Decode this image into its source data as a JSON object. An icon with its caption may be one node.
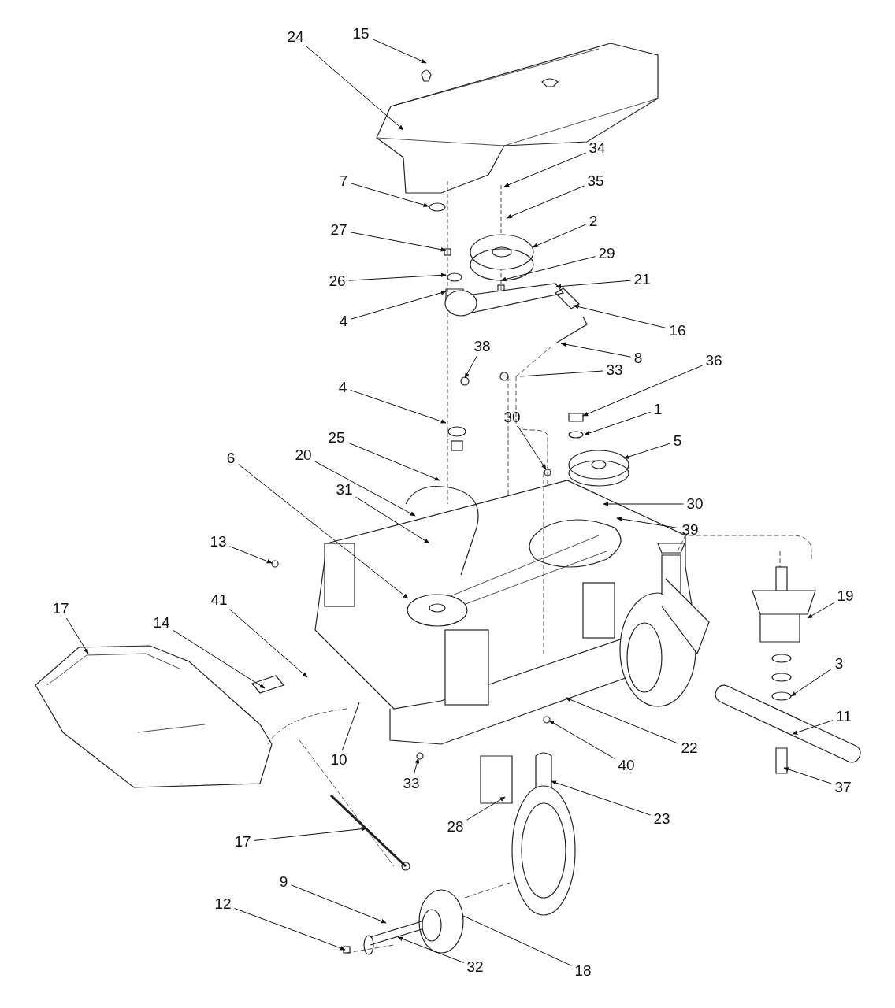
{
  "diagram": {
    "nodes": [
      {
        "text": [
          "24"
        ]
      },
      {
        "text": [
          "15"
        ]
      },
      {
        "text": [
          "34"
        ]
      },
      {
        "text": [
          "7"
        ]
      },
      {
        "text": [
          "35"
        ]
      },
      {
        "text": [
          "2"
        ]
      },
      {
        "text": [
          "27"
        ]
      },
      {
        "text": [
          "29"
        ]
      },
      {
        "text": [
          "21"
        ]
      },
      {
        "text": [
          "26"
        ]
      },
      {
        "text": [
          "4"
        ]
      },
      {
        "text": [
          "16"
        ]
      },
      {
        "text": [
          "8"
        ]
      },
      {
        "text": [
          "38"
        ]
      },
      {
        "text": [
          "33"
        ]
      },
      {
        "text": [
          "36"
        ]
      },
      {
        "text": [
          "30"
        ]
      },
      {
        "text": [
          "1"
        ]
      },
      {
        "text": [
          "4"
        ]
      },
      {
        "text": [
          "5"
        ]
      },
      {
        "text": [
          "25"
        ]
      },
      {
        "text": [
          "6"
        ]
      },
      {
        "text": [
          "20"
        ]
      },
      {
        "text": [
          "31"
        ]
      },
      {
        "text": [
          "30"
        ]
      },
      {
        "text": [
          "39"
        ]
      },
      {
        "text": [
          "13"
        ]
      },
      {
        "text": [
          "19"
        ]
      },
      {
        "text": [
          "17"
        ]
      },
      {
        "text": [
          "41"
        ]
      },
      {
        "text": [
          "14"
        ]
      },
      {
        "text": [
          "3"
        ]
      },
      {
        "text": [
          "11"
        ]
      },
      {
        "text": [
          "22"
        ]
      },
      {
        "text": [
          "10"
        ]
      },
      {
        "text": [
          "40"
        ]
      },
      {
        "text": [
          "33"
        ]
      },
      {
        "text": [
          "37"
        ]
      },
      {
        "text": [
          "28"
        ]
      },
      {
        "text": [
          "23"
        ]
      },
      {
        "text": [
          "17"
        ]
      },
      {
        "text": [
          "9"
        ]
      },
      {
        "text": [
          "12"
        ]
      },
      {
        "text": [
          "32"
        ]
      },
      {
        "text": [
          "18"
        ]
      }
    ],
    "edges": [
      {
        "from": 0,
        "to": null,
        "arrow": "to"
      },
      {
        "from": 1,
        "to": null,
        "arrow": "to"
      },
      {
        "from": 2,
        "to": null,
        "arrow": "to"
      },
      {
        "from": 3,
        "to": null,
        "arrow": "to"
      },
      {
        "from": 4,
        "to": null,
        "arrow": "to"
      },
      {
        "from": 5,
        "to": null,
        "arrow": "to"
      },
      {
        "from": 6,
        "to": null,
        "arrow": "to"
      },
      {
        "from": 7,
        "to": null,
        "arrow": "to"
      },
      {
        "from": 8,
        "to": null,
        "arrow": "to"
      },
      {
        "from": 9,
        "to": null,
        "arrow": "to"
      },
      {
        "from": 10,
        "to": null,
        "arrow": "to"
      },
      {
        "from": 11,
        "to": null,
        "arrow": "to"
      },
      {
        "from": 12,
        "to": null,
        "arrow": "to"
      },
      {
        "from": 13,
        "to": null,
        "arrow": "to"
      },
      {
        "from": 14,
        "to": null,
        "arrow": "none"
      },
      {
        "from": 15,
        "to": null,
        "arrow": "to"
      },
      {
        "from": 16,
        "to": null,
        "arrow": "to"
      },
      {
        "from": 17,
        "to": null,
        "arrow": "to"
      },
      {
        "from": 18,
        "to": null,
        "arrow": "to"
      },
      {
        "from": 19,
        "to": null,
        "arrow": "to"
      },
      {
        "from": 20,
        "to": null,
        "arrow": "to"
      },
      {
        "from": 21,
        "to": null,
        "arrow": "to"
      },
      {
        "from": 22,
        "to": null,
        "arrow": "to"
      },
      {
        "from": 23,
        "to": null,
        "arrow": "to"
      },
      {
        "from": 24,
        "to": null,
        "arrow": "to"
      },
      {
        "from": 25,
        "to": null,
        "arrow": "to"
      },
      {
        "from": 26,
        "to": null,
        "arrow": "to"
      },
      {
        "from": 27,
        "to": null,
        "arrow": "to"
      },
      {
        "from": 28,
        "to": null,
        "arrow": "to"
      },
      {
        "from": 29,
        "to": null,
        "arrow": "to"
      },
      {
        "from": 30,
        "to": null,
        "arrow": "to"
      },
      {
        "from": 31,
        "to": null,
        "arrow": "to"
      },
      {
        "from": 32,
        "to": null,
        "arrow": "to"
      },
      {
        "from": 33,
        "to": null,
        "arrow": "to"
      },
      {
        "from": 34,
        "to": null,
        "arrow": "none"
      },
      {
        "from": 35,
        "to": null,
        "arrow": "to"
      },
      {
        "from": 36,
        "to": null,
        "arrow": "to"
      },
      {
        "from": 37,
        "to": null,
        "arrow": "to"
      },
      {
        "from": 38,
        "to": null,
        "arrow": "to"
      },
      {
        "from": 39,
        "to": null,
        "arrow": "to"
      },
      {
        "from": 40,
        "to": null,
        "arrow": "to"
      },
      {
        "from": 41,
        "to": null,
        "arrow": "to"
      },
      {
        "from": 42,
        "to": null,
        "arrow": "to"
      },
      {
        "from": 43,
        "to": null,
        "arrow": "to"
      },
      {
        "from": 44,
        "to": null,
        "arrow": "none"
      }
    ]
  }
}
